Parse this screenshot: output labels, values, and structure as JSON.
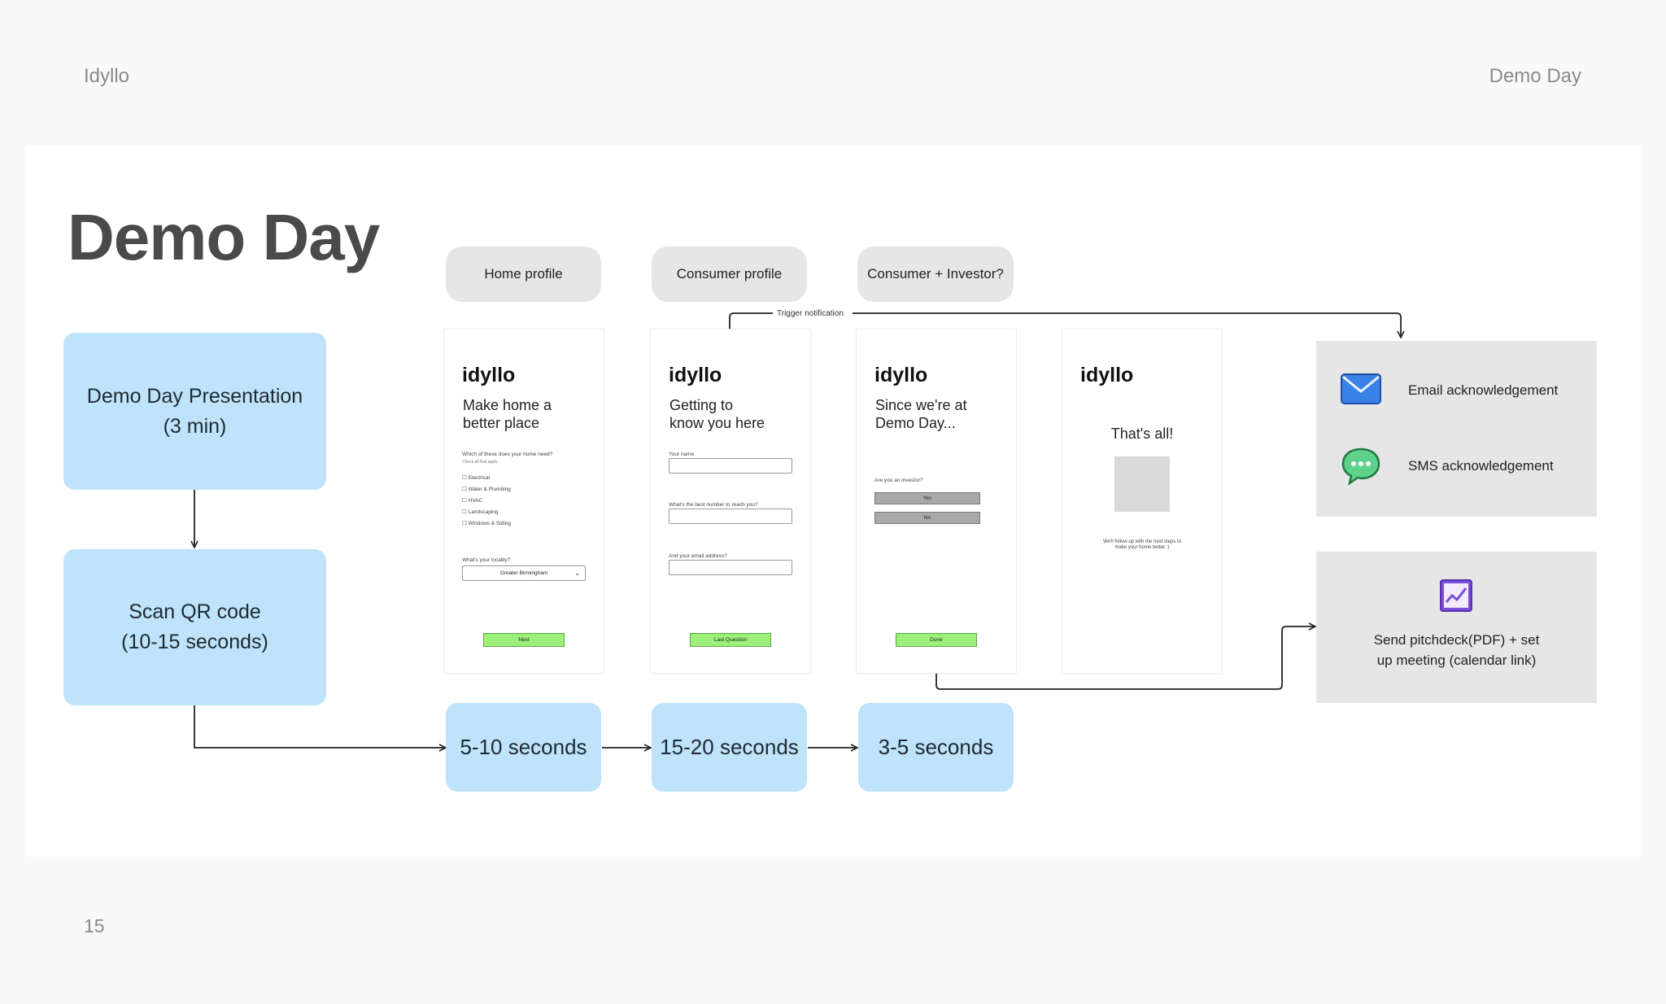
{
  "header": {
    "brand": "Idyllo",
    "section": "Demo Day"
  },
  "page_title": "Demo Day",
  "page_number": "15",
  "flow": {
    "presentation": "Demo Day Presentation\n(3 min)",
    "scan_qr": "Scan QR code\n(10-15 seconds)",
    "durations": [
      "5-10 seconds",
      "15-20 seconds",
      "3-5 seconds"
    ]
  },
  "stages": [
    "Home profile",
    "Consumer profile",
    "Consumer + Investor?"
  ],
  "trigger_label": "Trigger notification",
  "screens": {
    "logo": "idyllo",
    "home": {
      "title": "Make home a\nbetter place",
      "question": "Which of these does your home need?",
      "hint": "Check all that apply",
      "options": [
        "Electrical",
        "Water & Plumbing",
        "HVAC",
        "Landscaping",
        "Windows & Siding"
      ],
      "locality_label": "What's your locality?",
      "locality_value": "Greater Birmingham",
      "button": "Next"
    },
    "consumer": {
      "title": "Getting to\nknow you here",
      "name_label": "Your name",
      "phone_label": "What's the best number to reach you?",
      "email_label": "And your email address?",
      "button": "Last Question"
    },
    "investor": {
      "title": "Since we're at\nDemo Day...",
      "question": "Are you an investor?",
      "yes": "Yes",
      "no": "No",
      "button": "Done"
    },
    "final": {
      "title": "That's all!",
      "note": "We'll follow up with the next steps to\nmake your home better :)"
    }
  },
  "outcomes": {
    "email": "Email acknowledgement",
    "sms": "SMS acknowledgement",
    "pitch": "Send pitchdeck(PDF) + set\nup meeting (calendar link)"
  },
  "colors": {
    "flow_box": "#bfe3fa",
    "stage_pill": "#e6e6e6",
    "button_green": "#9cf07a",
    "outcome_box": "#e6e6e6"
  },
  "icons": [
    "envelope-icon",
    "speech-bubble-icon",
    "chart-increasing-icon",
    "chevron-down-icon"
  ]
}
